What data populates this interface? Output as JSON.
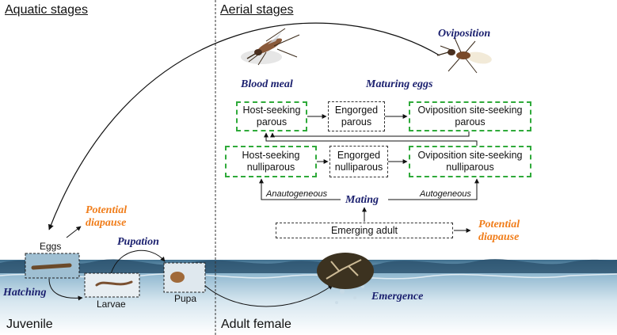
{
  "stage_titles": {
    "aquatic": "Aquatic stages",
    "aerial": "Aerial stages"
  },
  "corner_labels": {
    "juvenile": "Juvenile",
    "adult_female": "Adult female"
  },
  "events": {
    "oviposition": "Oviposition",
    "blood_meal": "Blood meal",
    "maturing_eggs": "Maturing eggs",
    "mating": "Mating",
    "pupation": "Pupation",
    "hatching": "Hatching",
    "emergence": "Emergence"
  },
  "diapause": {
    "eggs": {
      "line1": "Potential",
      "line2": "diapause"
    },
    "adult": {
      "line1": "Potential",
      "line2": "diapause"
    }
  },
  "mating_paths": {
    "anautogeneous": "Anautogeneous",
    "autogeneous": "Autogeneous"
  },
  "boxes": {
    "host_parous": {
      "line1": "Host-seeking",
      "line2": "parous"
    },
    "engorged_parous": {
      "line1": "Engorged",
      "line2": "parous"
    },
    "ovi_parous": {
      "line1": "Oviposition site-seeking",
      "line2": "parous"
    },
    "host_nulli": {
      "line1": "Host-seeking",
      "line2": "nulliparous"
    },
    "engorged_nulli": {
      "line1": "Engorged",
      "line2": "nulliparous"
    },
    "ovi_nulli": {
      "line1": "Oviposition site-seeking",
      "line2": "nulliparous"
    },
    "emerging_adult": "Emerging adult"
  },
  "juvenile_labels": {
    "eggs": "Eggs",
    "larvae": "Larvae",
    "pupa": "Pupa"
  },
  "colors": {
    "green_box": "#2faa3a",
    "event_text": "#1a1f6e",
    "diapause_text": "#f07d1a",
    "water": "#6f9fbc"
  }
}
